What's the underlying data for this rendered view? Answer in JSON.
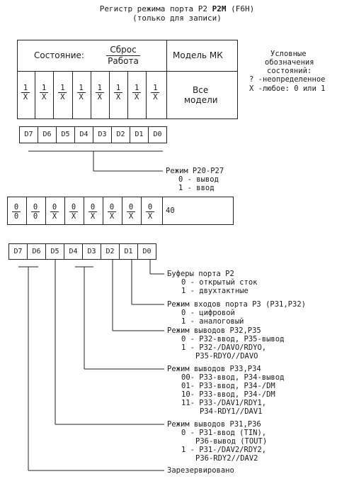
{
  "title": {
    "line1_prefix": "Регистр режима порта P2 ",
    "line1_bold": "P2M",
    "line1_suffix": " (F6H)",
    "line2": "(только для записи)"
  },
  "state_table": {
    "state_label": "Состояние:",
    "reset_label": "Сброс",
    "work_label": "Работа",
    "model_header": "Модель МК",
    "fractions": [
      {
        "top": "1",
        "bottom": "X"
      },
      {
        "top": "1",
        "bottom": "X"
      },
      {
        "top": "1",
        "bottom": "X"
      },
      {
        "top": "1",
        "bottom": "X"
      },
      {
        "top": "1",
        "bottom": "X"
      },
      {
        "top": "1",
        "bottom": "X"
      },
      {
        "top": "1",
        "bottom": "X"
      },
      {
        "top": "1",
        "bottom": "X"
      }
    ],
    "model_line1": "Все",
    "model_line2": "модели"
  },
  "legend": {
    "line1": "Условные",
    "line2": "обозначения",
    "line3": "состояний:",
    "line4": "? -неопределенное",
    "line5": "X -любое: 0 или 1"
  },
  "bits_top": [
    "D7",
    "D6",
    "D5",
    "D4",
    "D3",
    "D2",
    "D1",
    "D0"
  ],
  "mode_p20": {
    "label": "Режим P20-P27",
    "opt0": "0 - вывод",
    "opt1": "1 - ввод"
  },
  "state_table2": {
    "fractions": [
      {
        "top": "0",
        "bottom": "0"
      },
      {
        "top": "0",
        "bottom": "0"
      },
      {
        "top": "0",
        "bottom": "X"
      },
      {
        "top": "0",
        "bottom": "X"
      },
      {
        "top": "0",
        "bottom": "X"
      },
      {
        "top": "0",
        "bottom": "X"
      },
      {
        "top": "0",
        "bottom": "X"
      },
      {
        "top": "0",
        "bottom": "X"
      }
    ],
    "model_value": "40"
  },
  "bits_bottom": [
    "D7",
    "D6",
    "D5",
    "D4",
    "D3",
    "D2",
    "D1",
    "D0"
  ],
  "desc": {
    "buf_title": "Буферы порта P2",
    "buf_0": "0 - открытый сток",
    "buf_1": "1 - двухтактные",
    "in_title": "Режим входов порта P3 (P31,P32)",
    "in_0": "0 - цифровой",
    "in_1": "1 - аналоговый",
    "out3235_title": "Режим выводов P32,P35",
    "out3235_0": "0 - P32-ввод, P35-вывод",
    "out3235_1a": "1 - P32-/DAVO/RDYO,",
    "out3235_1b": "P35-RDYO//DAVO",
    "out3334_title": "Режим выводов P33,P34",
    "out3334_00": "00- P33-ввод, P34-вывод",
    "out3334_01": "01- P33-ввод, P34-/DM",
    "out3334_10": "10- P33-ввод, P34-/DM",
    "out3334_11a": "11- P33-/DAV1/RDY1,",
    "out3334_11b": "P34-RDY1//DAV1",
    "out3136_title": "Режим выводов P31,P36",
    "out3136_0a": "0 - P31-ввод (TIN),",
    "out3136_0b": "P36-вывод (TOUT)",
    "out3136_1a": "1 - P31-/DAV2/RDY2,",
    "out3136_1b": "P36-RDY2//DAV2",
    "reserved": "Зарезервировано"
  }
}
